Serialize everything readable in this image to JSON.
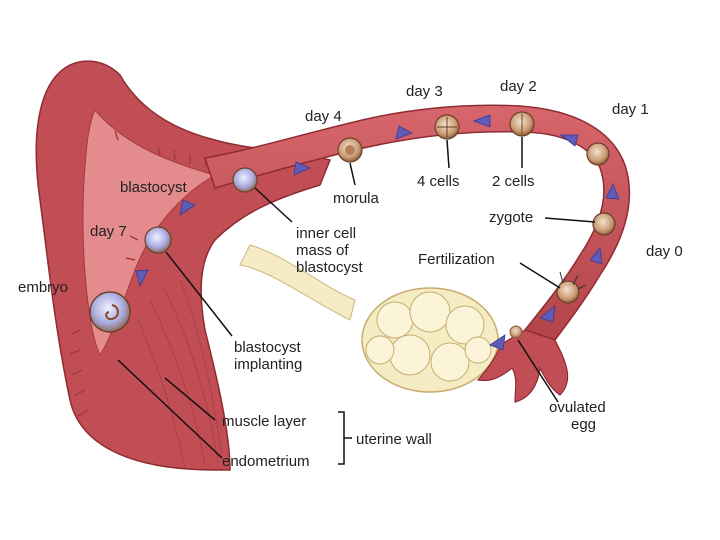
{
  "labels": {
    "day1": "day 1",
    "day2": "day 2",
    "day3": "day 3",
    "day4": "day 4",
    "day0": "day 0",
    "day7": "day 7",
    "blastocyst": "blastocyst",
    "embryo": "embryo",
    "morula": "morula",
    "four_cells": "4 cells",
    "two_cells": "2 cells",
    "zygote": "zygote",
    "fertilization": "Fertilization",
    "inner_cell_mass": [
      "inner cell",
      "mass of",
      "blastocyst"
    ],
    "blastocyst_implanting": [
      "blastocyst",
      "implanting"
    ],
    "ovulated_egg": [
      "ovulated",
      "egg"
    ],
    "muscle_layer": "muscle layer",
    "endometrium": "endometrium",
    "uterine_wall": "uterine wall"
  },
  "colors": {
    "tissue": "#c9565c",
    "tissue_dark": "#9e3338",
    "tissue_light": "#e58a8a",
    "ovary": "#f3e6b8",
    "arrow": "#5f5bb8",
    "cell_fill": "#d9b89a",
    "label_text": "#222222"
  }
}
